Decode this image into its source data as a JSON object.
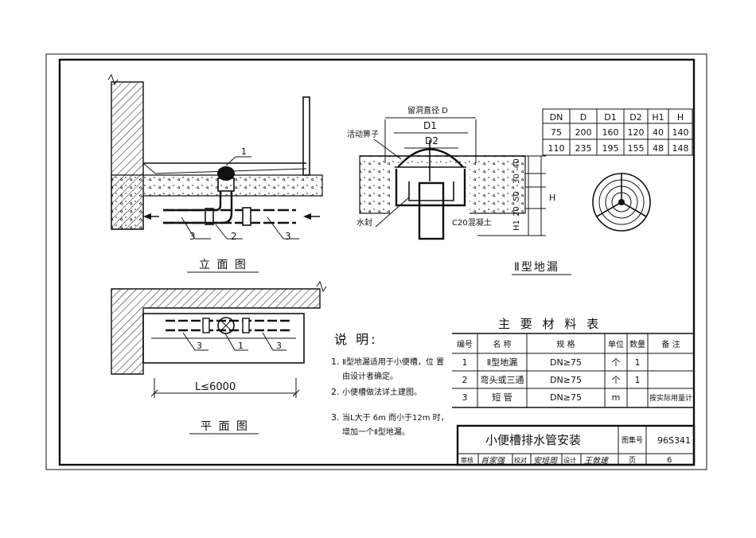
{
  "elevation": {
    "callouts": [
      "1",
      "2",
      "3",
      "3"
    ],
    "title": "立 面 图"
  },
  "plan": {
    "callouts": [
      "3",
      "1",
      "3"
    ],
    "dimension": "L≤6000",
    "title": "平 面 图"
  },
  "section": {
    "title": "Ⅱ型地漏",
    "labels": {
      "hole_dia": "留洞直径 D",
      "d1": "D1",
      "d2": "D2",
      "grate": "活动箅子",
      "seal": "水封",
      "concrete": "C20混凝土",
      "h": "H",
      "h1": "H1"
    },
    "dims": [
      "40",
      "30",
      "50",
      "20"
    ]
  },
  "dims_table": {
    "headers": [
      "DN",
      "D",
      "D1",
      "D2",
      "H1",
      "H"
    ],
    "rows": [
      [
        "75",
        "200",
        "160",
        "120",
        "40",
        "140"
      ],
      [
        "110",
        "235",
        "195",
        "155",
        "48",
        "148"
      ]
    ]
  },
  "notes": {
    "heading": "说 明:",
    "items": [
      {
        "num": "1.",
        "lines": [
          "Ⅱ型地漏适用于小便槽，位 置",
          "由设计者确定。"
        ]
      },
      {
        "num": "2.",
        "lines": [
          "小便槽做法详土建图。"
        ]
      },
      {
        "num": "3.",
        "lines": [
          "当L大于 6m 而小于12m 时，",
          "增加一个Ⅱ型地漏。"
        ]
      }
    ]
  },
  "materials": {
    "title": "主 要 材 料 表",
    "headers": [
      "编号",
      "名 称",
      "规 格",
      "单位",
      "数量",
      "备 注"
    ],
    "rows": [
      [
        "1",
        "Ⅱ型地漏",
        "DN≥75",
        "个",
        "1",
        ""
      ],
      [
        "2",
        "弯头或三通",
        "DN≥75",
        "个",
        "1",
        ""
      ],
      [
        "3",
        "短 管",
        "DN≥75",
        "m",
        "",
        "按实际用量计"
      ]
    ]
  },
  "title_block": {
    "title": "小便槽排水管安装",
    "atlas_label": "图集号",
    "atlas_no": "96S341",
    "review_label": "审核",
    "review_sign": "肖家强",
    "check_label": "校对",
    "check_sign": "安培周",
    "design_label": "设计",
    "design_sign": "王敦建",
    "page_label": "页",
    "page_no": "6"
  }
}
